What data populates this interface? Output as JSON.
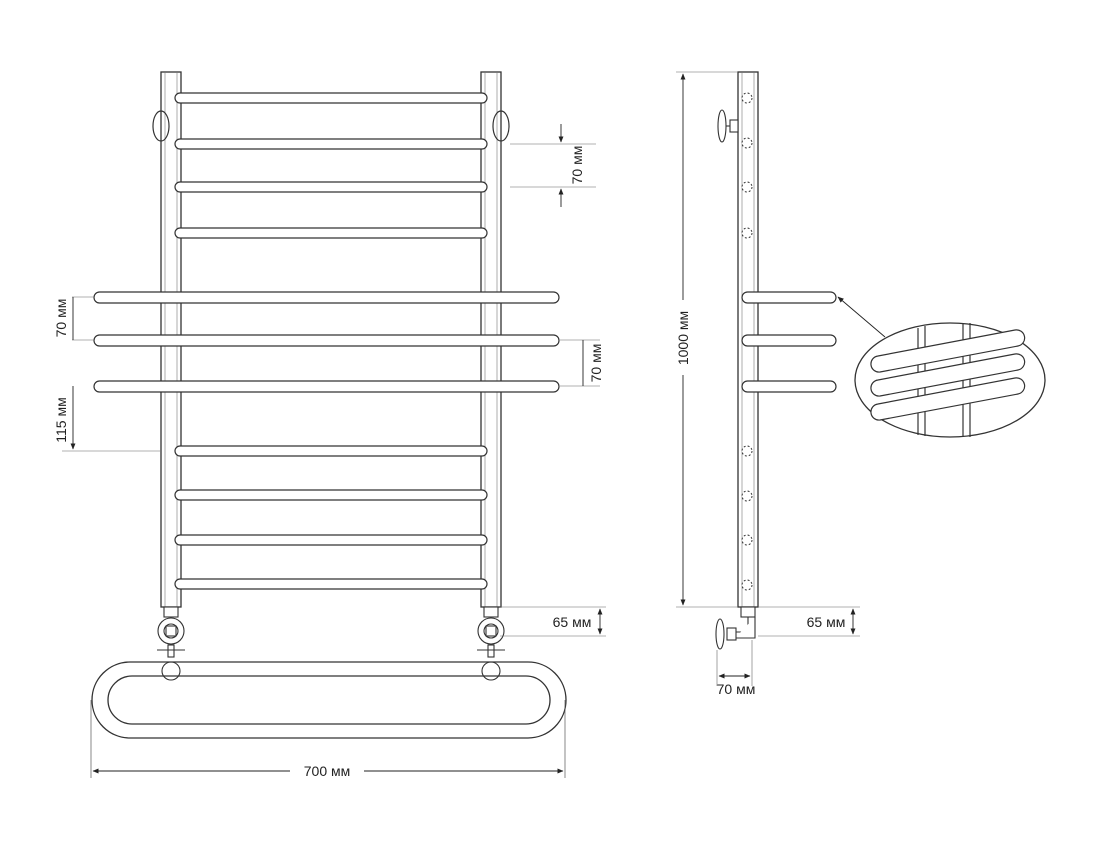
{
  "dimensions": {
    "width": "700 мм",
    "height": "1000 мм",
    "rail_spacing_top": "70 мм",
    "shelf_spacing_left": "70 мм",
    "shelf_spacing_right": "70 мм",
    "shelf_to_rail_gap": "115 мм",
    "bottom_connection": "65 мм",
    "side_bottom_connection": "65 мм",
    "wall_offset": "70 мм"
  },
  "colors": {
    "stroke": "#333333",
    "background": "#ffffff"
  }
}
